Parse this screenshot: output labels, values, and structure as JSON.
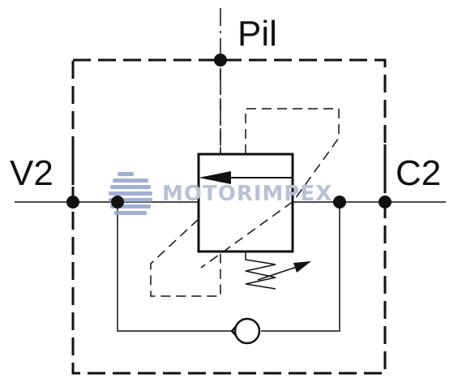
{
  "ports": {
    "pilot": "Pil",
    "left": "V2",
    "right": "C2"
  },
  "watermark": {
    "brand": "MOTORIMPEX",
    "color": "#b9c1d9",
    "globe_color": "#8fa3d2"
  },
  "colors": {
    "line": "#111111",
    "background": "#ffffff"
  }
}
